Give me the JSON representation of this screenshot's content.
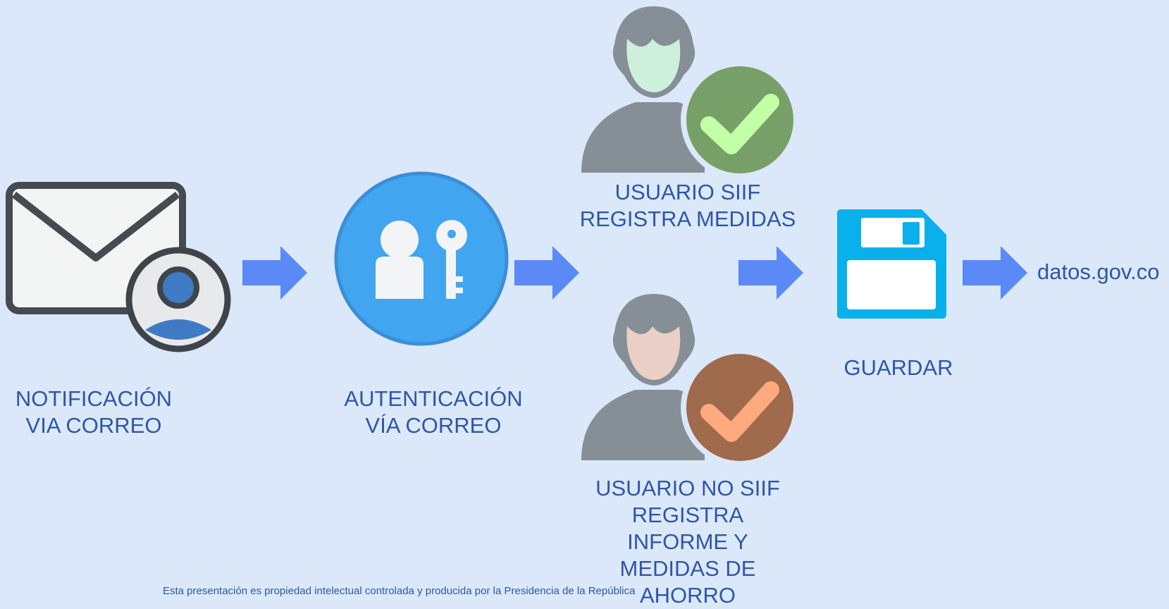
{
  "steps": {
    "notification": {
      "line1": "NOTIFICACIÓN",
      "line2": "VIA CORREO",
      "icon": "mail-user-icon"
    },
    "authentication": {
      "line1": "AUTENTICACIÓN",
      "line2": "VÍA CORREO",
      "icon": "user-key-icon"
    },
    "siif_user": {
      "line1": "USUARIO SIIF",
      "line2": "REGISTRA MEDIDAS",
      "icon": "user-check-green-icon"
    },
    "non_siif_user": {
      "line1": "USUARIO NO SIIF",
      "line2": "REGISTRA",
      "line3": "INFORME Y",
      "line4": "MEDIDAS DE",
      "line5": "AHORRO",
      "icon": "user-check-orange-icon"
    },
    "save": {
      "label": "GUARDAR",
      "icon": "floppy-disk-icon"
    },
    "destination": {
      "label": "datos.gov.co"
    }
  },
  "footer": {
    "text": "Esta presentación es propiedad intelectual controlada y producida por la Presidencia de la República"
  },
  "colors": {
    "background": "#dbe8f9",
    "text": "#2f56a6",
    "arrow": "#5b8af7",
    "auth_circle": "#42a5f0",
    "floppy": "#0ab0ec",
    "check_green_bg": "#76a068",
    "check_green": "#c2ffa6",
    "check_orange_bg": "#a06a4c",
    "check_orange": "#ffa97f"
  }
}
